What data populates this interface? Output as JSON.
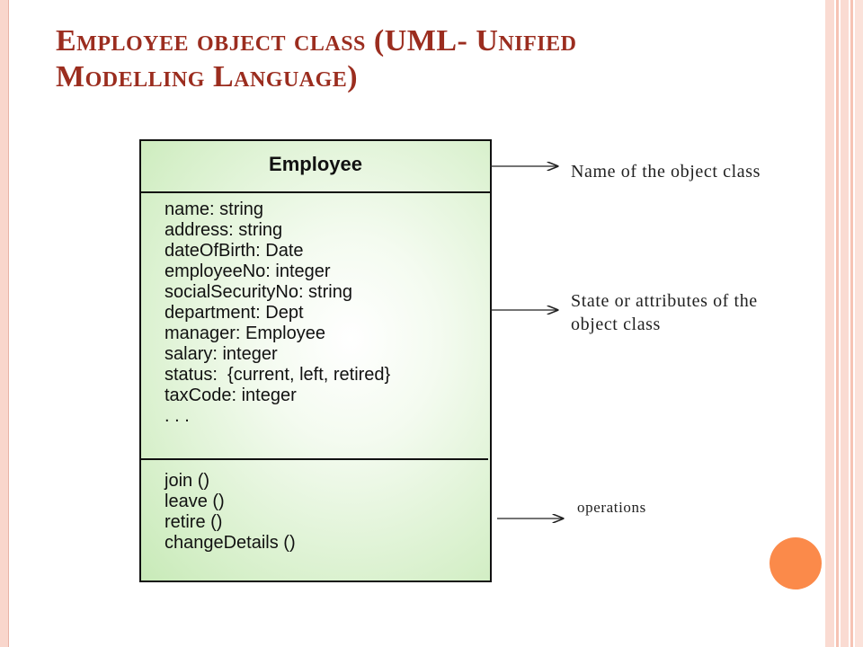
{
  "slide": {
    "title_line1": "Employee object class (UML- Unified",
    "title_line2": "Modelling Language)",
    "accent_color": "#9b2d1f",
    "decoration_color": "#fb8a4a"
  },
  "uml_class": {
    "name": "Employee",
    "attributes": [
      "name: string",
      "address: string",
      "dateOfBirth: Date",
      "employeeNo: integer",
      "socialSecurityNo: string",
      "department: Dept",
      "manager: Employee",
      "salary: integer",
      "status:  {current, left, retired}",
      "taxCode: integer",
      ". . ."
    ],
    "operations": [
      "join ()",
      "leave ()",
      "retire ()",
      "changeDetails ()"
    ]
  },
  "annotations": {
    "class_name": "Name of the object class",
    "attributes_line1": "State or attributes of the",
    "attributes_line2": "object class",
    "operations": "operations"
  }
}
